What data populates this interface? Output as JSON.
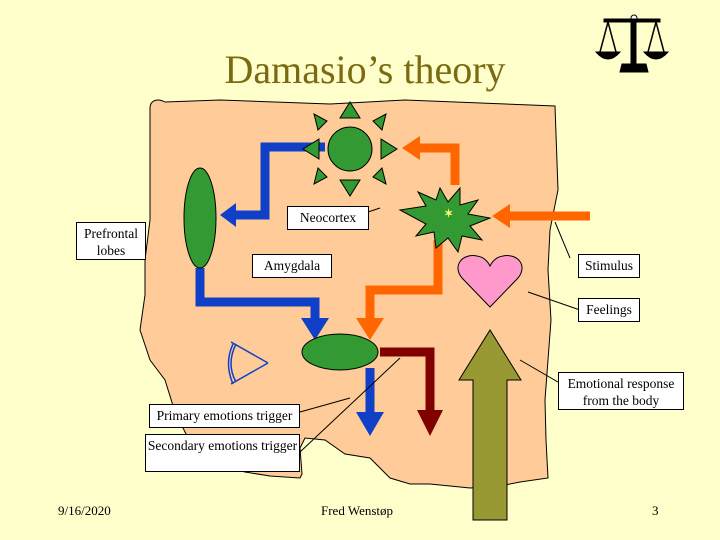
{
  "slide": {
    "title": "Damasio’s theory",
    "labels": {
      "neocortex": "Neocortex",
      "prefrontal": "Prefrontal lobes",
      "amygdala": "Amygdala",
      "stimulus": "Stimulus",
      "feelings": "Feelings",
      "emotional_response": "Emotional response from the body",
      "primary_trigger": "Primary emotions trigger",
      "secondary_trigger": "Secondary emotions trigger"
    },
    "footer": {
      "date": "9/16/2020",
      "author": "Fred Wenstøp",
      "page": "3"
    }
  },
  "colors": {
    "background": "#FFFFCC",
    "head": "#FFCC99",
    "title": "#7A6A12",
    "blue_arrow": "#1040C8",
    "orange_arrow": "#FF6600",
    "darkred_arrow": "#800000",
    "olive_arrow": "#999933",
    "green": "#339933",
    "heart": "#FF99CC"
  },
  "icons": {
    "logo": "scales-icon",
    "sun": "sun-icon",
    "burst": "star-burst-icon",
    "heart": "heart-icon"
  }
}
